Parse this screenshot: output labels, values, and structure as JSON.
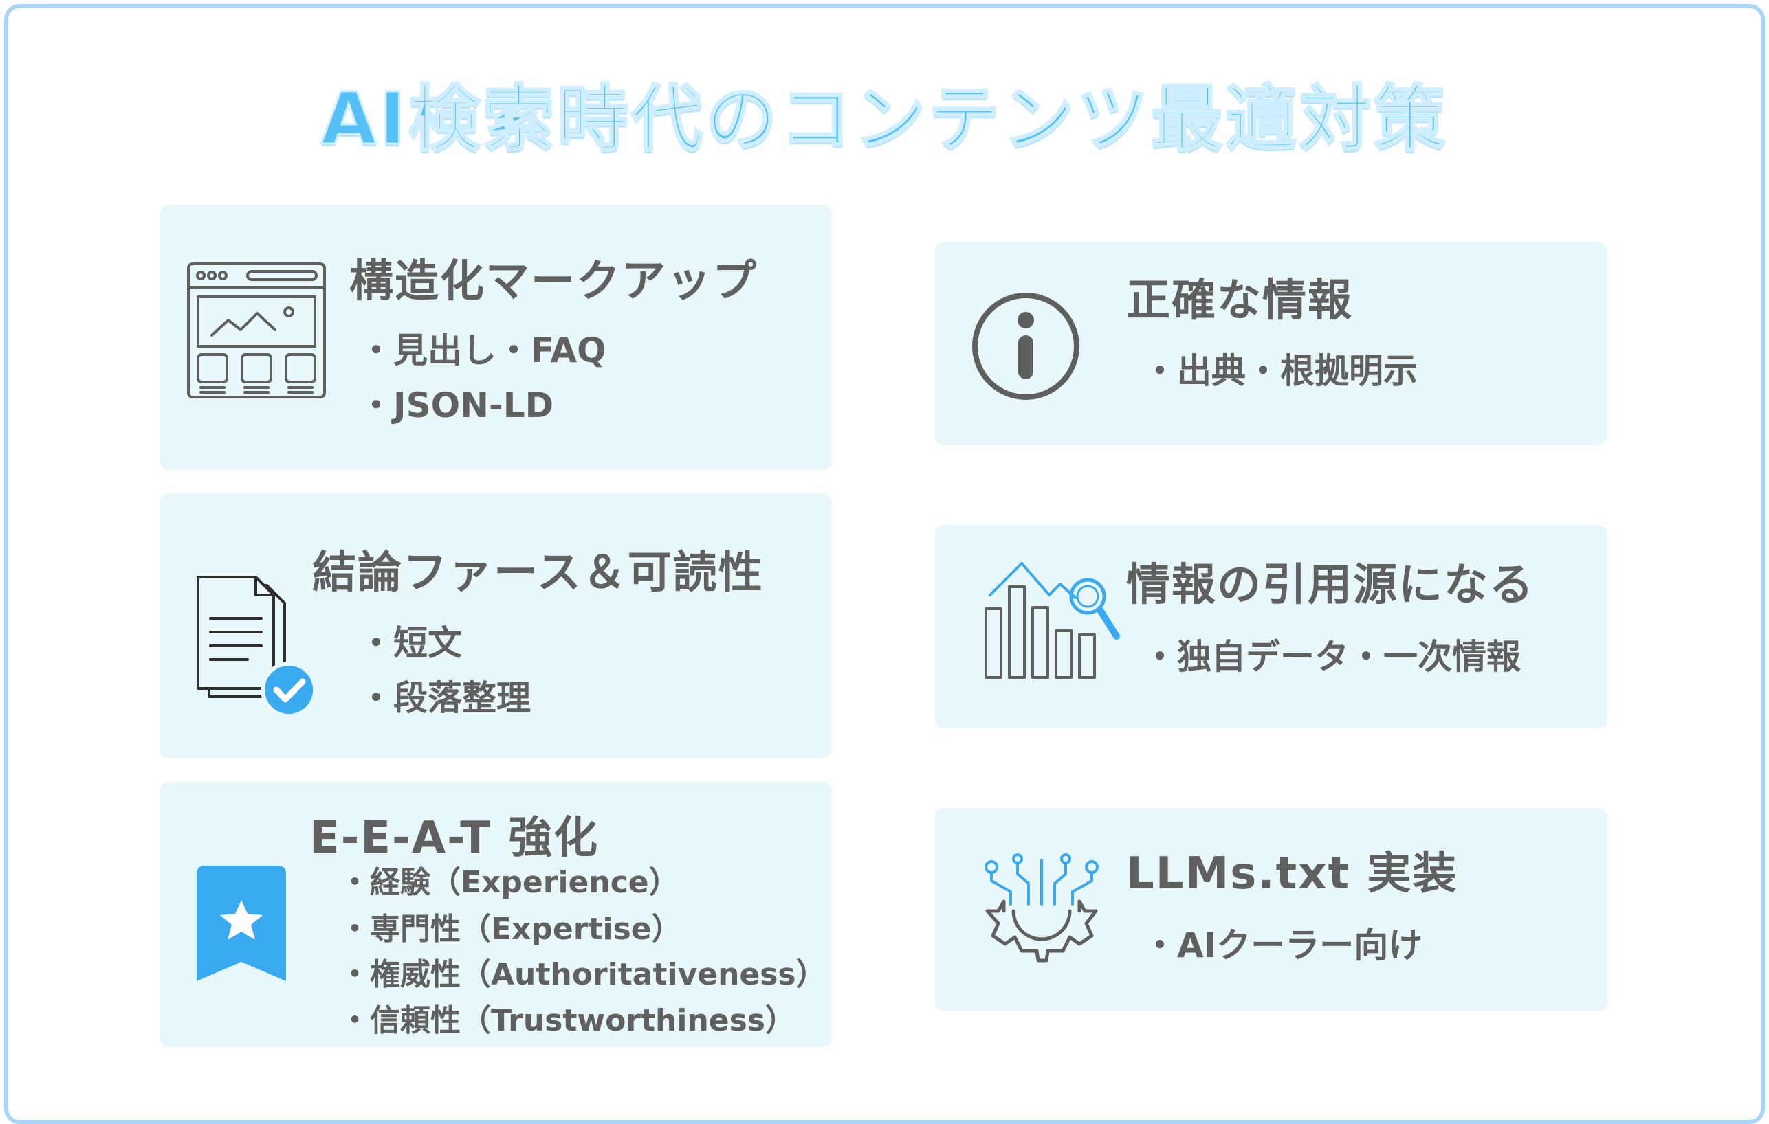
{
  "title": "AI検索時代のコンテンツ最適対策",
  "colors": {
    "accent": "#56c1f6",
    "card_bg": "#e8f7fa",
    "frame": "#a9d5f7",
    "icon_gray": "#5f5f5f",
    "icon_blue": "#3aaaf0"
  },
  "cards": [
    {
      "icon": "web-page-layout-icon",
      "title": "構造化マークアップ",
      "items": [
        "・見出し・FAQ",
        "・JSON-LD"
      ]
    },
    {
      "icon": "document-check-icon",
      "title": "結論ファース＆可読性",
      "items": [
        "・短文",
        "・段落整理"
      ]
    },
    {
      "icon": "star-bookmark-icon",
      "title": "E-E-A-T 強化",
      "items": [
        "・経験（Experience）",
        "・専門性（Expertise）",
        "・権威性（Authoritativeness）",
        "・信頼性（Trustworthiness）"
      ]
    },
    {
      "icon": "info-icon",
      "title": "正確な情報",
      "items": [
        "・出典・根拠明示"
      ]
    },
    {
      "icon": "chart-magnifier-icon",
      "title": "情報の引用源になる",
      "items": [
        "・独自データ・一次情報"
      ]
    },
    {
      "icon": "ai-gear-circuit-icon",
      "title": "LLMs.txt 実装",
      "items": [
        "・AIクーラー向け"
      ]
    }
  ]
}
